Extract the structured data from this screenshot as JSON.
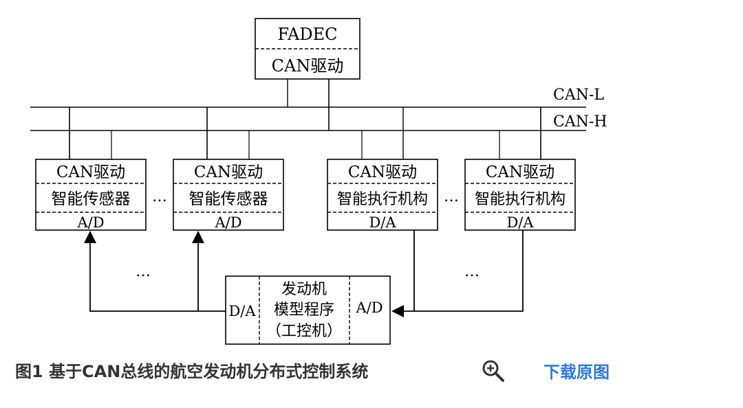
{
  "diagram": {
    "fadec": {
      "title": "FADEC",
      "driver": "CAN驱动"
    },
    "bus": {
      "low": "CAN-L",
      "high": "CAN-H"
    },
    "nodes": [
      {
        "top": "CAN驱动",
        "middle": "智能传感器",
        "bottom": "A/D"
      },
      {
        "top": "CAN驱动",
        "middle": "智能传感器",
        "bottom": "A/D"
      },
      {
        "top": "CAN驱动",
        "middle": "智能执行机构",
        "bottom": "D/A"
      },
      {
        "top": "CAN驱动",
        "middle": "智能执行机构",
        "bottom": "D/A"
      }
    ],
    "ellipsis": "…",
    "dots": "…",
    "model": {
      "left": "D/A",
      "line1": "发动机",
      "line2": "模型程序",
      "line3": "（工控机）",
      "right": "A/D"
    }
  },
  "caption": {
    "label": "图1",
    "title": "基于CAN总线的航空发动机分布式控制系统",
    "zoom_icon": "magnifier-plus-icon",
    "download": "下载原图",
    "link_color": "#2e7ad6"
  }
}
